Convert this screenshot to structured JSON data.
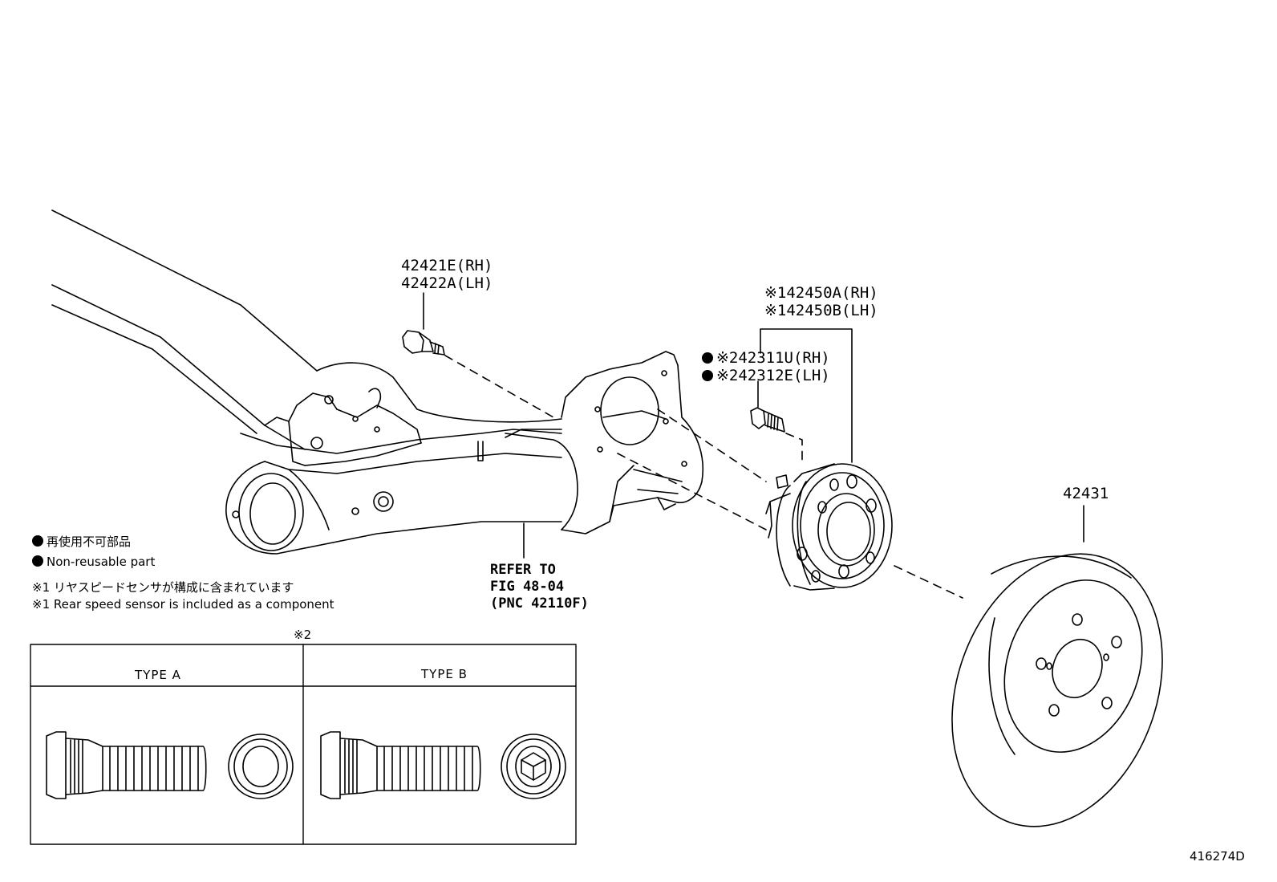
{
  "parts": {
    "bolt_rh": "42421E(RH)",
    "bolt_lh": "42422A(LH)",
    "hub_rh": "※142450A(RH)",
    "hub_lh": "※142450B(LH)",
    "stud_rh": "※242311U(RH)",
    "stud_lh": "※242312E(LH)",
    "disc": "42431"
  },
  "refer": {
    "line1": "REFER TO",
    "line2": "FIG 48-04",
    "line3": "(PNC 42110F)"
  },
  "legend": {
    "non_reusable_jp": "再使用不可部品",
    "non_reusable_en": "Non-reusable part",
    "note1_jp": "※1 リヤスピードセンサが構成に含まれています",
    "note1_en": "※1 Rear speed sensor is included as a component"
  },
  "detail_table": {
    "marker": "※2",
    "type_a": "TYPE A",
    "type_b": "TYPE B"
  },
  "illustration_id": "416274D"
}
